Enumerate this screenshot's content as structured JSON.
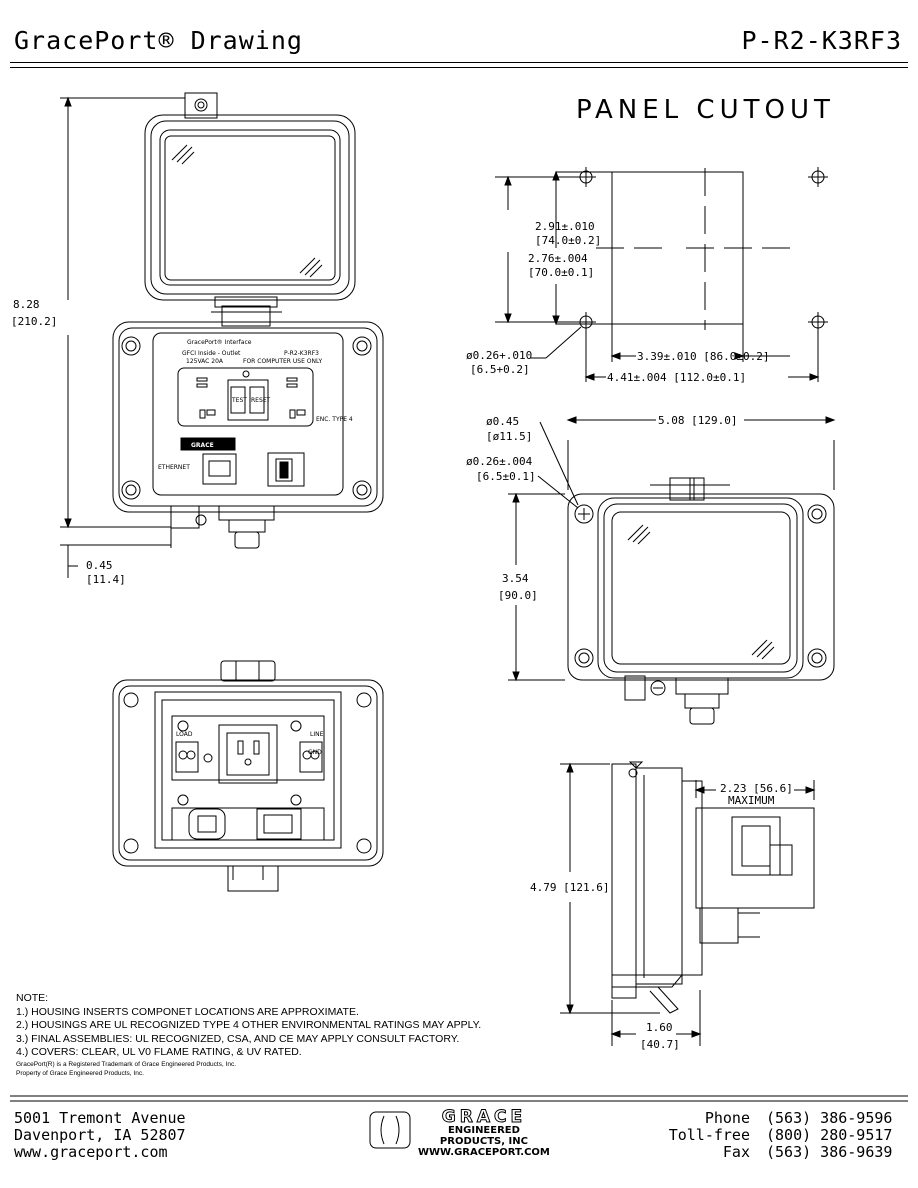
{
  "header": {
    "title": "GracePort® Drawing",
    "part_number": "P-R2-K3RF3"
  },
  "panel_cutout": {
    "title": "PANEL CUTOUT",
    "dim_height_outer": [
      "2.91±.010",
      "[74.0±0.2]"
    ],
    "dim_height_inner": [
      "2.76±.004",
      "[70.0±0.1]"
    ],
    "dim_hole": [
      "ø0.26+.010",
      "[6.5+0.2]"
    ],
    "dim_width_inner": "3.39±.010 [86.0±0.2]",
    "dim_width_outer": "4.41±.004 [112.0±0.1]"
  },
  "front_view": {
    "dim_height": [
      "8.28",
      "[210.2]"
    ],
    "dim_offset": [
      "0.45",
      "[11.4]"
    ],
    "label_brand": "GracePort® Interface",
    "label_gfci": "GFCI Inside - Outlet",
    "label_rating": "125VAC 20A",
    "label_model": "P-R2-K3RF3",
    "label_computer": "FOR COMPUTER USE ONLY",
    "label_ethernet": "ETHERNET",
    "label_enc": "ENC. TYPE 4",
    "label_test": "TEST",
    "label_reset": "RESET",
    "label_grace": "GRACE"
  },
  "side_view": {
    "dim_large_hole": [
      "ø0.45",
      "[ø11.5]"
    ],
    "dim_small_hole": [
      "ø0.26±.004",
      "[6.5±0.1]"
    ],
    "dim_width": "5.08 [129.0]",
    "dim_height": [
      "3.54",
      "[90.0]"
    ]
  },
  "profile_view": {
    "dim_depth": [
      "2.23 [56.6]",
      "MAXIMUM"
    ],
    "dim_height": "4.79 [121.6]",
    "dim_flange": [
      "1.60",
      "[40.7]"
    ]
  },
  "rear_view": {
    "label_line": "LINE",
    "label_load": "LOAD",
    "label_gnd": "GND"
  },
  "notes": {
    "heading": "NOTE:",
    "items": [
      "1.) HOUSING INSERTS COMPONET LOCATIONS ARE APPROXIMATE.",
      "2.) HOUSINGS ARE UL RECOGNIZED TYPE 4 OTHER ENVIRONMENTAL RATINGS MAY APPLY.",
      "3.) FINAL ASSEMBLIES: UL RECOGNIZED, CSA, AND CE MAY APPLY CONSULT FACTORY.",
      "4.) COVERS: CLEAR, UL V0 FLAME RATING, & UV RATED."
    ],
    "trademark": "GracePort(R) is a Registered Trademark of Grace Engineered Products, Inc.",
    "property": "Property of Grace Engineered Products, Inc."
  },
  "footer": {
    "address1": "5001 Tremont Avenue",
    "address2": "Davenport, IA 52807",
    "website": "www.graceport.com",
    "logo_line1": "GRACE",
    "logo_line2": "ENGINEERED",
    "logo_line3": "PRODUCTS, INC",
    "logo_line4": "WWW.GRACEPORT.COM",
    "phone_label": "Phone",
    "phone": "(563) 386-9596",
    "tollfree_label": "Toll-free",
    "tollfree": "(800) 280-9517",
    "fax_label": "Fax",
    "fax": "(563) 386-9639"
  }
}
